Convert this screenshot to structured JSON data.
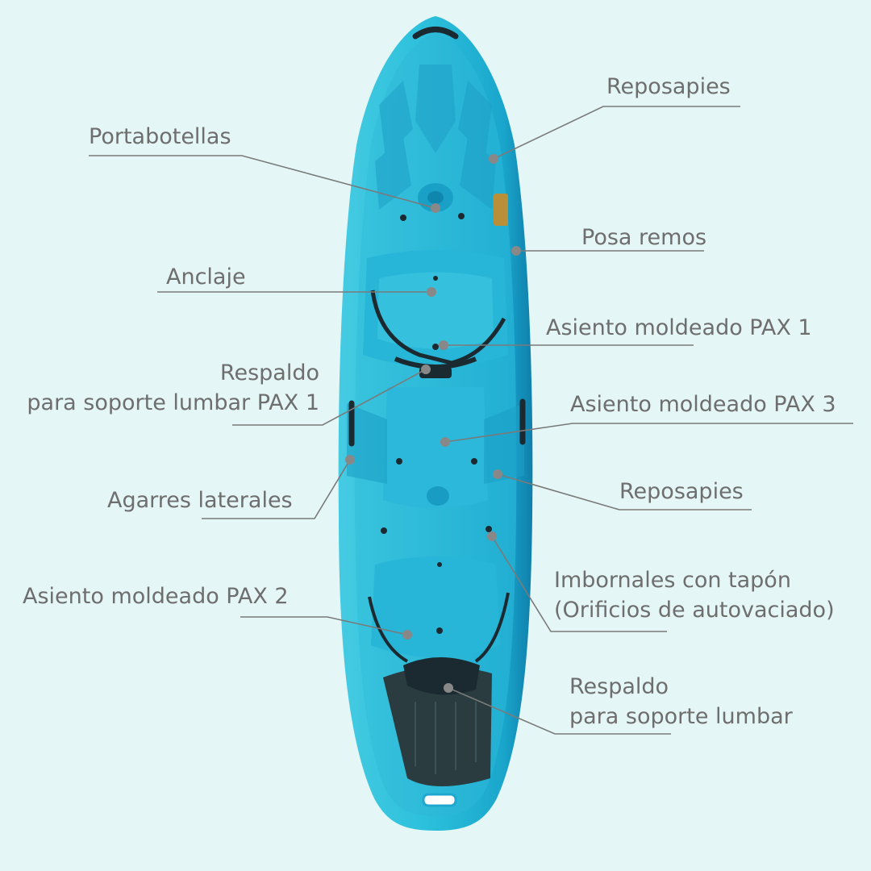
{
  "colors": {
    "background": "#e4f6f5",
    "hull": "#2cc0dc",
    "hull_dark": "#148fb4",
    "text": "#6e6e6e",
    "leader": "#7a7a7a",
    "backrest": "#2a3c40"
  },
  "labels": {
    "reposapies_top": "Reposapies",
    "portabotellas": "Portabotellas",
    "posa_remos": "Posa remos",
    "anclaje": "Anclaje",
    "asiento_pax1": "Asiento moldeado PAX 1",
    "respaldo_pax1": {
      "line1": "Respaldo",
      "line2": "para soporte lumbar PAX 1"
    },
    "asiento_pax3": "Asiento moldeado PAX 3",
    "agarres": "Agarres laterales",
    "reposapies_mid": "Reposapies",
    "imbornales": {
      "line1": "Imbornales con tapón",
      "line2": "(Orificios de autovaciado)"
    },
    "asiento_pax2": "Asiento moldeado PAX 2",
    "respaldo_lumbar": {
      "line1": "Respaldo",
      "line2": "para soporte lumbar"
    }
  }
}
